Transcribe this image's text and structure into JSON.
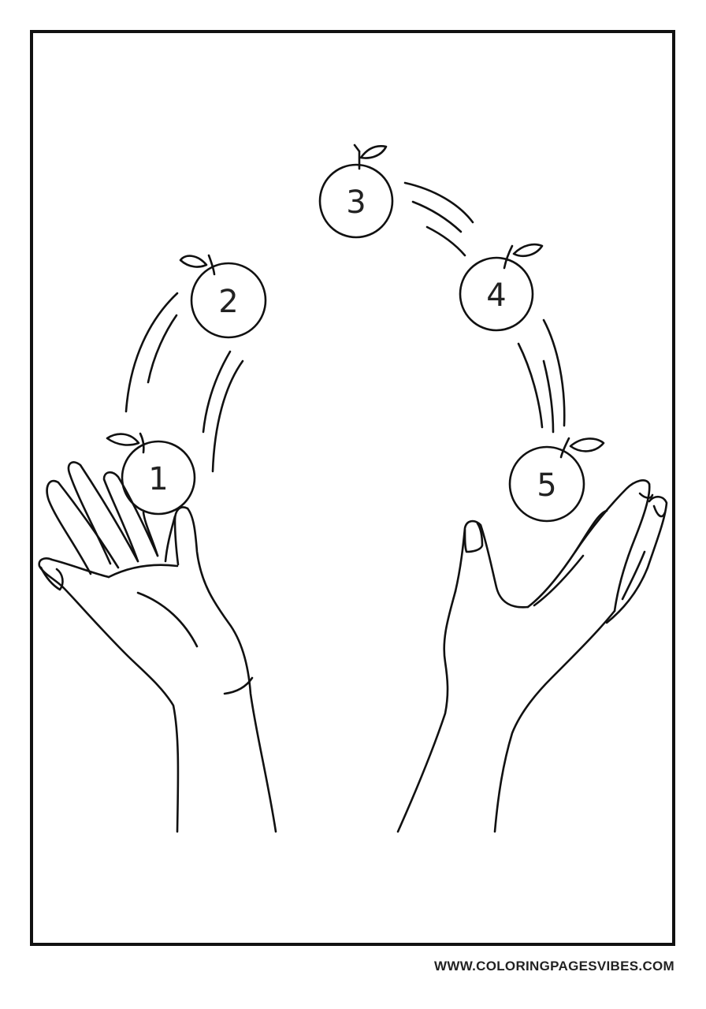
{
  "apples": [
    {
      "label": "1"
    },
    {
      "label": "2"
    },
    {
      "label": "3"
    },
    {
      "label": "4"
    },
    {
      "label": "5"
    }
  ],
  "footer": {
    "website": "WWW.COLORINGPAGESVIBES.COM"
  },
  "colors": {
    "line": "#111111",
    "background": "#ffffff"
  }
}
